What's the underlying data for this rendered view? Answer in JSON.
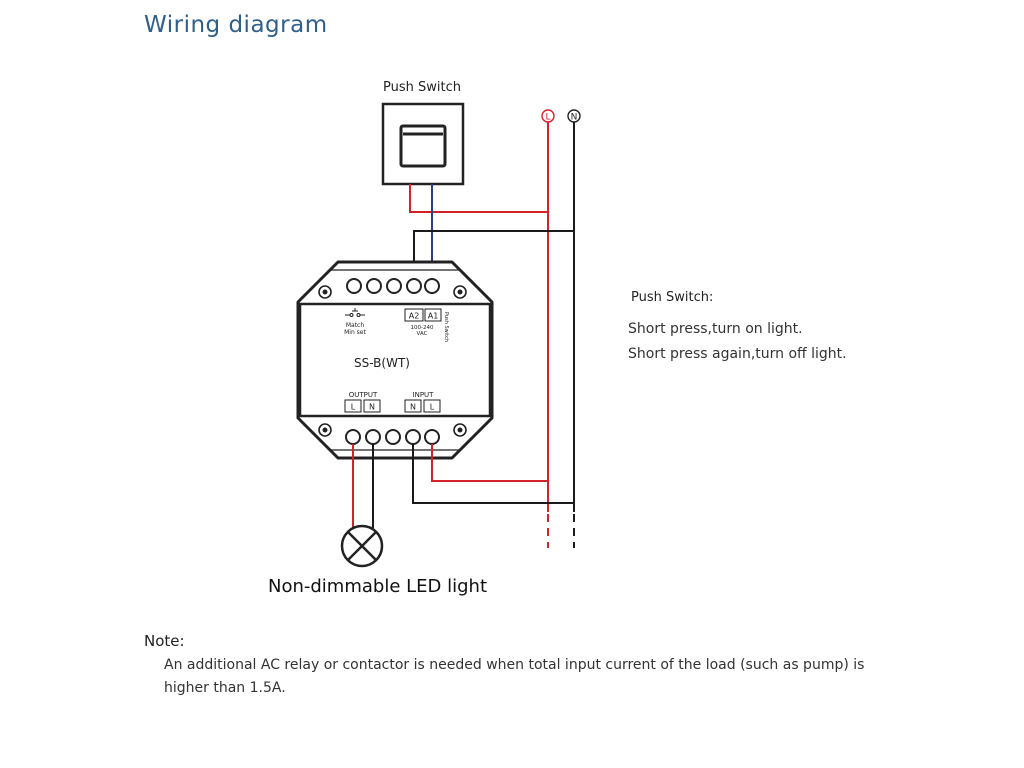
{
  "title": "Wiring diagram",
  "push_switch_label": "Push Switch",
  "line_terminals": {
    "live": "L",
    "neutral": "N"
  },
  "device": {
    "model": "SS-B(WT)",
    "match_label_line1": "Match",
    "match_label_line2": "Min set",
    "switch_terminals": [
      "A2",
      "A1"
    ],
    "voltage_line1": "100-240",
    "voltage_line2": "VAC",
    "switch_side_label": "Push Switch",
    "output_label": "OUTPUT",
    "output_terminals": [
      "L",
      "N"
    ],
    "input_label": "INPUT",
    "input_terminals": [
      "N",
      "L"
    ]
  },
  "led_label": "Non-dimmable LED light",
  "push_switch_info": {
    "title": "Push Switch:",
    "lines": [
      "Short press,turn on light.",
      "Short press again,turn off light."
    ]
  },
  "note": {
    "title": "Note:",
    "text": "An additional AC relay or contactor is needed when total input current of the load (such as pump) is higher than 1.5A."
  },
  "colors": {
    "title": "#2f5f8a",
    "live_wire": "#d2232a",
    "neutral_wire": "#1a1a1a",
    "switch_wire_blue": "#2e3a8c",
    "outline": "#222222"
  },
  "icons": [
    "push-switch-icon",
    "device-housing",
    "screw-icon",
    "terminal-icon",
    "led-lamp-icon"
  ]
}
